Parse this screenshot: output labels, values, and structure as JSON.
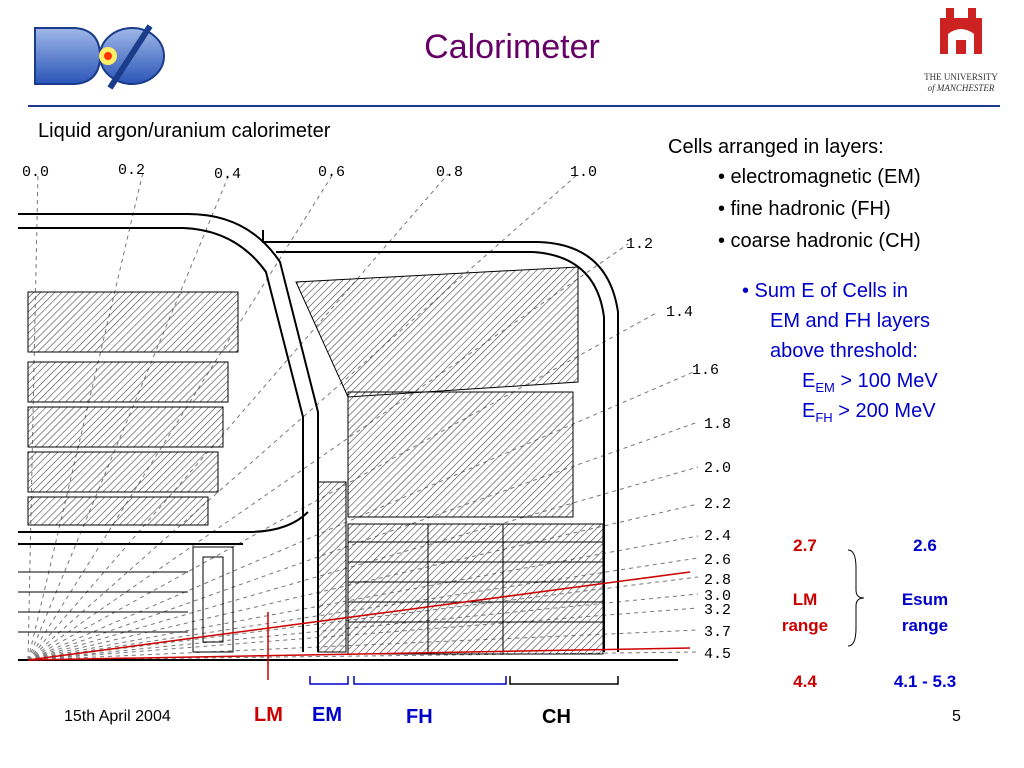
{
  "header": {
    "title": "Calorimeter",
    "logo_left_text": "DØ",
    "logo_right_lines": [
      "THE UNIVERSITY",
      "of MANCHESTER"
    ]
  },
  "subtitle": "Liquid argon/uranium calorimeter",
  "cells": {
    "heading": "Cells arranged in layers:",
    "layers": [
      "• electromagnetic (EM)",
      "• fine hadronic (FH)",
      "• coarse hadronic (CH)"
    ]
  },
  "sum": {
    "line1": "• Sum E of Cells in",
    "line2": "EM and FH layers",
    "line3": "above threshold:",
    "em_sub": "EM",
    "em_rest": " > 100 MeV",
    "fh_sub": "FH",
    "fh_rest": " > 200 MeV",
    "e": "E"
  },
  "eta_labels_top": [
    "0.0",
    "0.2",
    "0.4",
    "0.6",
    "0.8",
    "1.0"
  ],
  "eta_labels_side": [
    "1.2",
    "1.4",
    "1.6",
    "1.8",
    "2.0",
    "2.2",
    "2.4",
    "2.6",
    "2.8",
    "3.0",
    "3.2",
    "3.7",
    "4.5"
  ],
  "lm_range": {
    "top": "2.7",
    "label1": "LM",
    "label2": "range",
    "bottom": "4.4"
  },
  "esum_range": {
    "top": "2.6",
    "label1": "Esum",
    "label2": "range",
    "bottom": "4.1 - 5.3"
  },
  "bottom_labels": {
    "lm": "LM",
    "em": "EM",
    "fh": "FH",
    "ch": "CH"
  },
  "footer": {
    "date": "15th April 2004",
    "page": "5"
  },
  "colors": {
    "title": "#660066",
    "accent_blue": "#0000cc",
    "accent_red": "#cc0000"
  }
}
